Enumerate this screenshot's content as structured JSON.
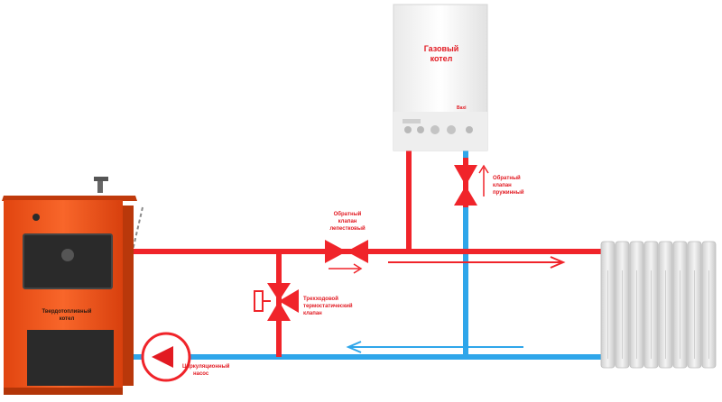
{
  "labels": {
    "gas_boiler_line1": "Газовый",
    "gas_boiler_line2": "котел",
    "gas_boiler_brand": "Baxi",
    "solid_boiler_line1": "Твердотопливный",
    "solid_boiler_line2": "котел",
    "petal_valve_line1": "Обратный",
    "petal_valve_line2": "клапан",
    "petal_valve_line3": "лепестковый",
    "spring_valve_line1": "Обратный",
    "spring_valve_line2": "клапан",
    "spring_valve_line3": "пружинный",
    "three_way_line1": "Трехходовой",
    "three_way_line2": "термостатический",
    "three_way_line3": "клапан",
    "pump_line1": "Циркуляционный",
    "pump_line2": "насос"
  },
  "colors": {
    "supply": "#f0242a",
    "return": "#2fa6ea",
    "solid_boiler_body": "#f2581c",
    "door": "#222222",
    "radiator": "#e4e4e4",
    "gas_boiler_body": "#f7f7f7",
    "label_text": "#e21a22"
  }
}
